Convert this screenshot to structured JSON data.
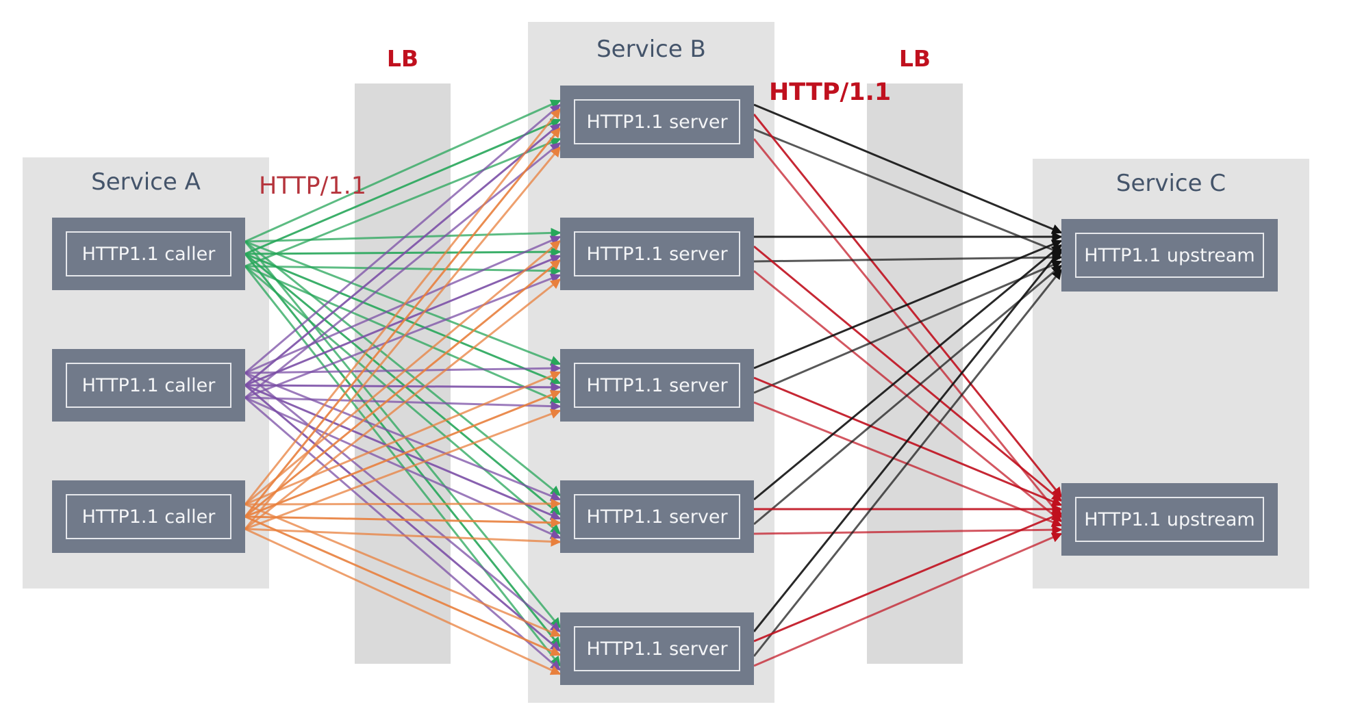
{
  "service_a": {
    "title": "Service A",
    "protocol_label": "HTTP/1.1",
    "callers": [
      "HTTP1.1 caller",
      "HTTP1.1 caller",
      "HTTP1.1 caller"
    ]
  },
  "service_b": {
    "title": "Service B",
    "protocol_label": "HTTP/1.1",
    "servers": [
      "HTTP1.1 server",
      "HTTP1.1 server",
      "HTTP1.1 server",
      "HTTP1.1 server",
      "HTTP1.1 server"
    ]
  },
  "service_c": {
    "title": "Service C",
    "upstreams": [
      "HTTP1.1 upstream",
      "HTTP1.1 upstream"
    ]
  },
  "load_balancers": [
    "LB",
    "LB"
  ],
  "colors": {
    "caller_1_edges": "#27a65a",
    "caller_2_edges": "#7b4fa6",
    "caller_3_edges": "#e8803d",
    "to_upstream_1_edges": "#111111",
    "to_upstream_2_edges": "#c0101e",
    "label_red": "#c0101e",
    "node_fill": "#717a8a",
    "panel_fill": "#e3e3e3"
  }
}
